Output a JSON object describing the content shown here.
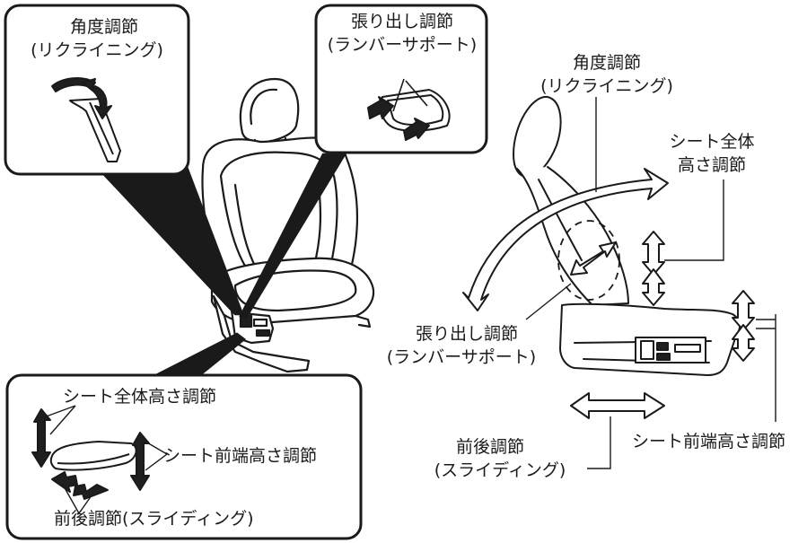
{
  "colors": {
    "line": "#1a1a1a",
    "background": "#ffffff",
    "dark_fill": "#1f1f1f",
    "light_fill": "#ffffff"
  },
  "labels": {
    "recline_inset_1": "角度調節",
    "recline_inset_2": "(リクライニング)",
    "lumbar_inset_1": "張り出し調節",
    "lumbar_inset_2": "(ランバーサポート)",
    "recline_side_1": "角度調節",
    "recline_side_2": "(リクライニング)",
    "height_side_1": "シート全体",
    "height_side_2": "高さ調節",
    "lumbar_side_1": "張り出し調節",
    "lumbar_side_2": "(ランバーサポート)",
    "slide_side_1": "前後調節",
    "slide_side_2": "(スライディング)",
    "front_height_side": "シート前端高さ調節",
    "switch_height": "シート全体高さ調節",
    "switch_front_height": "シート前端高さ調節",
    "switch_slide": "前後調節(スライディング)"
  }
}
